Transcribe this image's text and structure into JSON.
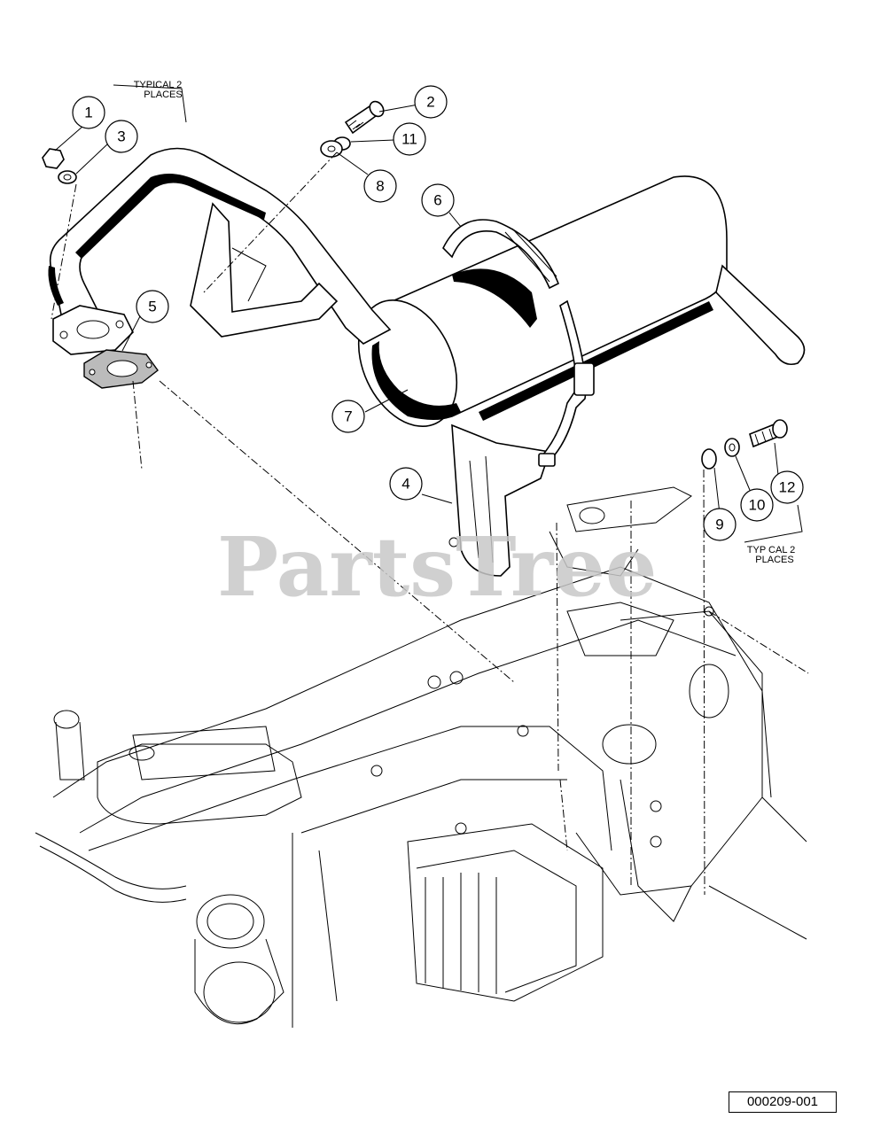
{
  "watermark": "PartsTree",
  "drawing_number": "000209-001",
  "notes": {
    "top_left_line1": "TYPICAL 2",
    "top_left_line2": "PLACES",
    "right_line1": "TYP CAL 2",
    "right_line2": "PLACES"
  },
  "callouts": [
    {
      "id": "c1",
      "label": "1"
    },
    {
      "id": "c2",
      "label": "2"
    },
    {
      "id": "c3",
      "label": "3"
    },
    {
      "id": "c4",
      "label": "4"
    },
    {
      "id": "c5",
      "label": "5"
    },
    {
      "id": "c6",
      "label": "6"
    },
    {
      "id": "c7",
      "label": "7"
    },
    {
      "id": "c8",
      "label": "8"
    },
    {
      "id": "c9",
      "label": "9"
    },
    {
      "id": "c10",
      "label": "10"
    },
    {
      "id": "c11",
      "label": "11"
    },
    {
      "id": "c12",
      "label": "12"
    }
  ]
}
